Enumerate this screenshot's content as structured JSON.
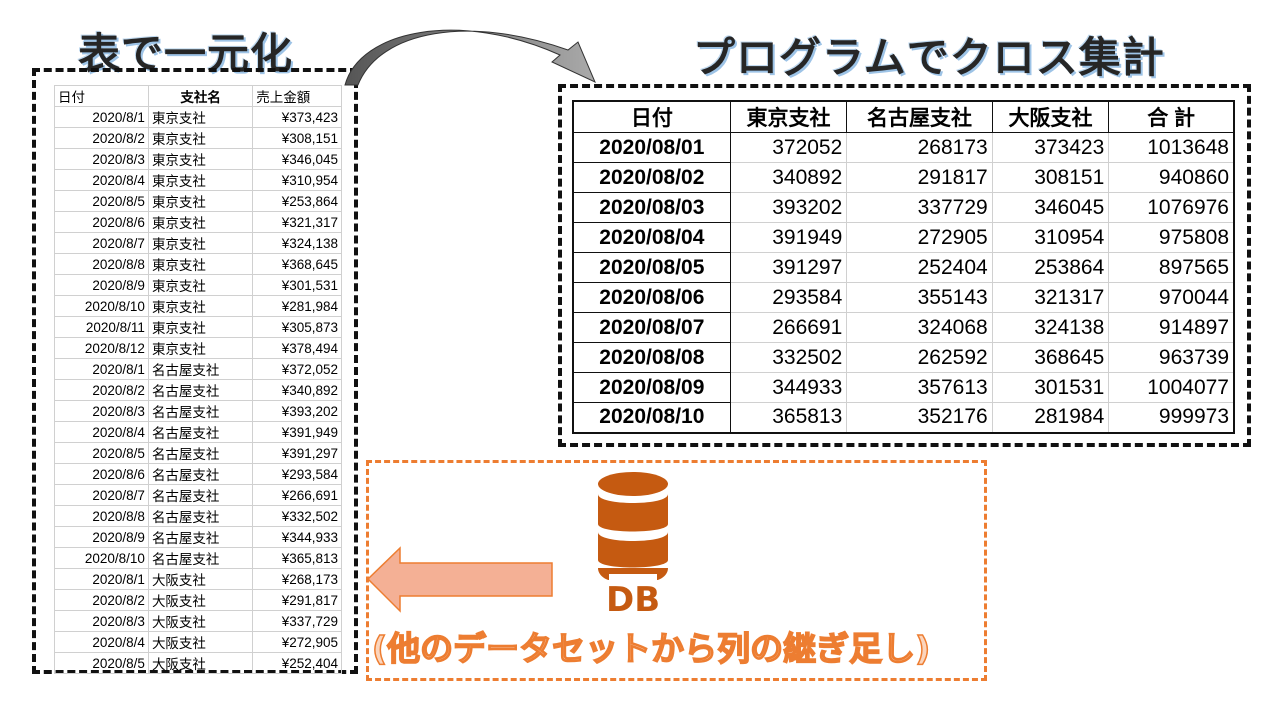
{
  "titles": {
    "left": "表で一元化",
    "right": "プログラムでクロス集計"
  },
  "left_table": {
    "headers": [
      "日付",
      "支社名",
      "売上金額"
    ],
    "rows": [
      [
        "2020/8/1",
        "東京支社",
        "¥373,423"
      ],
      [
        "2020/8/2",
        "東京支社",
        "¥308,151"
      ],
      [
        "2020/8/3",
        "東京支社",
        "¥346,045"
      ],
      [
        "2020/8/4",
        "東京支社",
        "¥310,954"
      ],
      [
        "2020/8/5",
        "東京支社",
        "¥253,864"
      ],
      [
        "2020/8/6",
        "東京支社",
        "¥321,317"
      ],
      [
        "2020/8/7",
        "東京支社",
        "¥324,138"
      ],
      [
        "2020/8/8",
        "東京支社",
        "¥368,645"
      ],
      [
        "2020/8/9",
        "東京支社",
        "¥301,531"
      ],
      [
        "2020/8/10",
        "東京支社",
        "¥281,984"
      ],
      [
        "2020/8/11",
        "東京支社",
        "¥305,873"
      ],
      [
        "2020/8/12",
        "東京支社",
        "¥378,494"
      ],
      [
        "2020/8/1",
        "名古屋支社",
        "¥372,052"
      ],
      [
        "2020/8/2",
        "名古屋支社",
        "¥340,892"
      ],
      [
        "2020/8/3",
        "名古屋支社",
        "¥393,202"
      ],
      [
        "2020/8/4",
        "名古屋支社",
        "¥391,949"
      ],
      [
        "2020/8/5",
        "名古屋支社",
        "¥391,297"
      ],
      [
        "2020/8/6",
        "名古屋支社",
        "¥293,584"
      ],
      [
        "2020/8/7",
        "名古屋支社",
        "¥266,691"
      ],
      [
        "2020/8/8",
        "名古屋支社",
        "¥332,502"
      ],
      [
        "2020/8/9",
        "名古屋支社",
        "¥344,933"
      ],
      [
        "2020/8/10",
        "名古屋支社",
        "¥365,813"
      ],
      [
        "2020/8/1",
        "大阪支社",
        "¥268,173"
      ],
      [
        "2020/8/2",
        "大阪支社",
        "¥291,817"
      ],
      [
        "2020/8/3",
        "大阪支社",
        "¥337,729"
      ],
      [
        "2020/8/4",
        "大阪支社",
        "¥272,905"
      ],
      [
        "2020/8/5",
        "大阪支社",
        "¥252,404"
      ]
    ]
  },
  "right_table": {
    "headers": [
      "日付",
      "東京支社",
      "名古屋支社",
      "大阪支社",
      "合 計"
    ],
    "rows": [
      [
        "2020/08/01",
        "372052",
        "268173",
        "373423",
        "1013648"
      ],
      [
        "2020/08/02",
        "340892",
        "291817",
        "308151",
        "940860"
      ],
      [
        "2020/08/03",
        "393202",
        "337729",
        "346045",
        "1076976"
      ],
      [
        "2020/08/04",
        "391949",
        "272905",
        "310954",
        "975808"
      ],
      [
        "2020/08/05",
        "391297",
        "252404",
        "253864",
        "897565"
      ],
      [
        "2020/08/06",
        "293584",
        "355143",
        "321317",
        "970044"
      ],
      [
        "2020/08/07",
        "266691",
        "324068",
        "324138",
        "914897"
      ],
      [
        "2020/08/08",
        "332502",
        "262592",
        "368645",
        "963739"
      ],
      [
        "2020/08/09",
        "344933",
        "357613",
        "301531",
        "1004077"
      ],
      [
        "2020/08/10",
        "365813",
        "352176",
        "281984",
        "999973"
      ]
    ]
  },
  "db": {
    "label": "DB",
    "note": "(他のデータセットから列の継ぎ足し)",
    "icon": "database-icon"
  },
  "colors": {
    "accent": "#ED7D31",
    "db": "#C55A11",
    "arrow_fill": "#F4B095"
  }
}
